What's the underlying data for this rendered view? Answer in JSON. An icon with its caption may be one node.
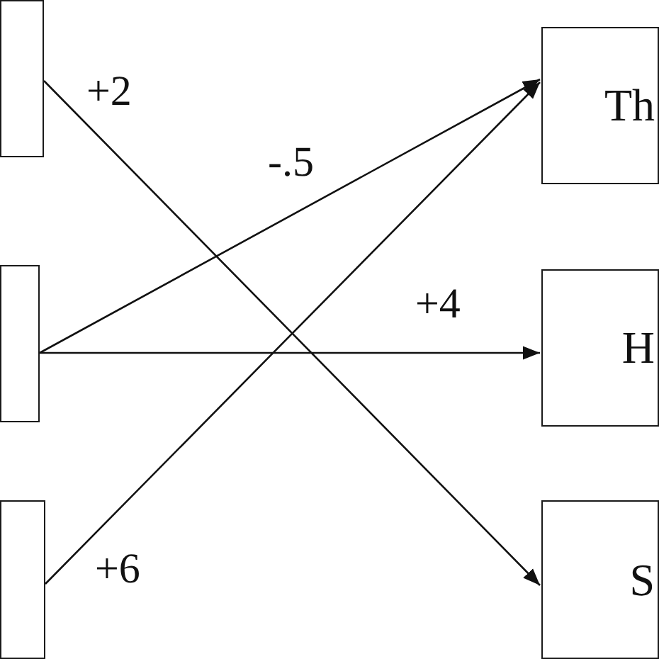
{
  "diagram": {
    "nodes": [
      {
        "text": [],
        "shape": "box"
      },
      {
        "text": [],
        "shape": "box"
      },
      {
        "text": [],
        "shape": "box"
      },
      {
        "text": [
          "Th"
        ]
      },
      {
        "text": [
          "H"
        ]
      },
      {
        "text": [
          "S"
        ]
      }
    ],
    "edges": [
      {
        "from": 0,
        "to": 5,
        "arrow": "to",
        "label": "+2"
      },
      {
        "from": 1,
        "to": 3,
        "arrow": "to",
        "label": "-.5"
      },
      {
        "from": 1,
        "to": 4,
        "arrow": "to",
        "label": "+4"
      },
      {
        "from": 2,
        "to": 3,
        "arrow": "to",
        "label": "+6"
      }
    ]
  }
}
